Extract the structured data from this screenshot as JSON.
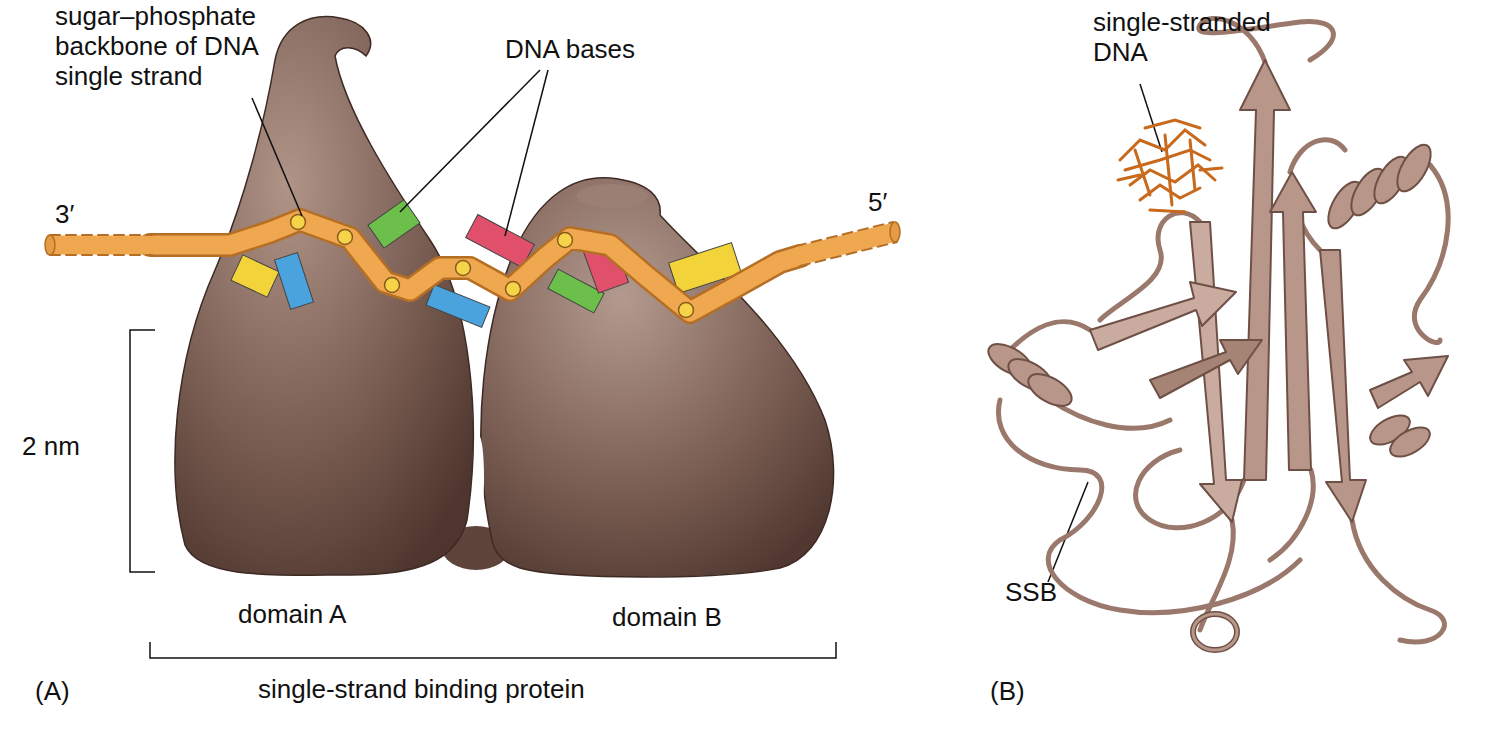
{
  "diagram": {
    "labels": [
      "sugar–phosphate backbone of DNA single strand",
      "DNA bases",
      "3′",
      "5′",
      "2 nm",
      "domain A",
      "domain B",
      "single-strand binding protein",
      "(A)",
      "single-stranded DNA",
      "SSB",
      "(B)"
    ]
  }
}
